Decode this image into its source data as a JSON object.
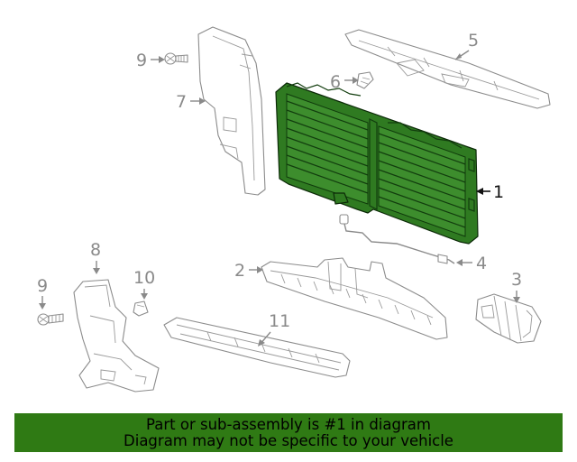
{
  "callouts": [
    {
      "id": "1",
      "label": "1"
    },
    {
      "id": "2",
      "label": "2"
    },
    {
      "id": "3",
      "label": "3"
    },
    {
      "id": "4",
      "label": "4"
    },
    {
      "id": "5",
      "label": "5"
    },
    {
      "id": "6",
      "label": "6"
    },
    {
      "id": "7",
      "label": "7"
    },
    {
      "id": "8",
      "label": "8"
    },
    {
      "id": "9a",
      "label": "9"
    },
    {
      "id": "9b",
      "label": "9"
    },
    {
      "id": "10",
      "label": "10"
    },
    {
      "id": "11",
      "label": "11"
    }
  ],
  "highlight": {
    "part": "1",
    "color": "#2f7a21"
  },
  "footer": {
    "color": "#2f7a14",
    "line1": "Part or sub-assembly is #1 in diagram",
    "line2": "Diagram may not be specific to your vehicle"
  }
}
